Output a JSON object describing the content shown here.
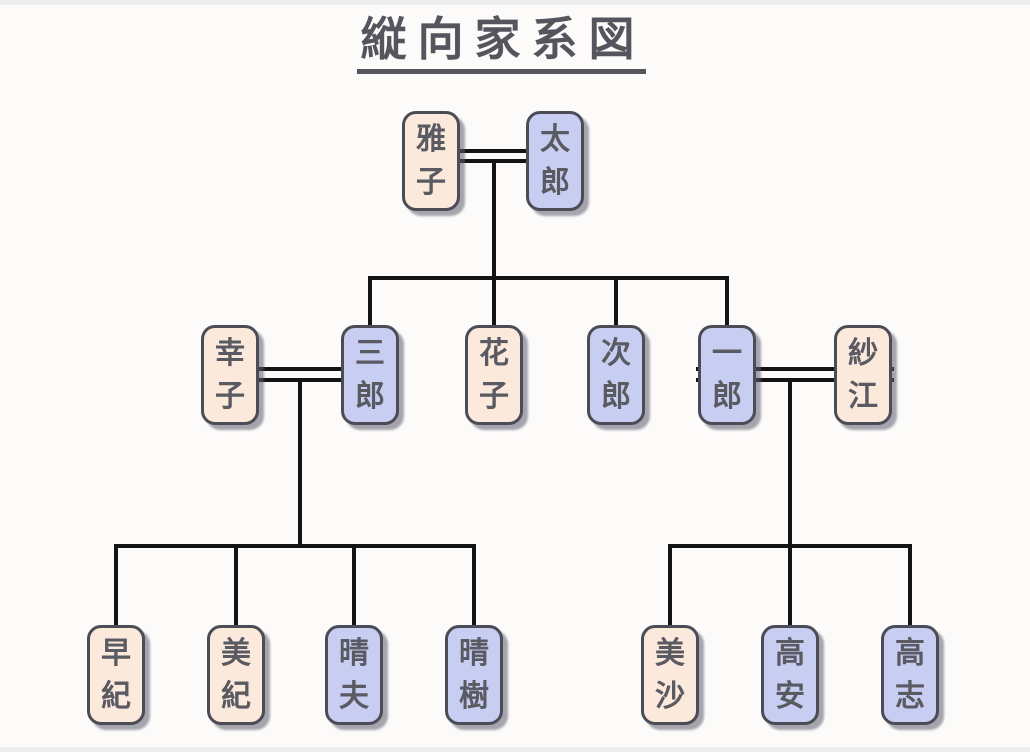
{
  "title": "縦向家系図",
  "people": [
    {
      "id": "masako",
      "name": "雅子",
      "style": "peach"
    },
    {
      "id": "taro",
      "name": "太郎",
      "style": "blue"
    },
    {
      "id": "sachiko",
      "name": "幸子",
      "style": "peach"
    },
    {
      "id": "saburo",
      "name": "三郎",
      "style": "blue"
    },
    {
      "id": "hanako",
      "name": "花子",
      "style": "peach"
    },
    {
      "id": "jiro",
      "name": "次郎",
      "style": "blue"
    },
    {
      "id": "ichiro",
      "name": "一郎",
      "style": "blue"
    },
    {
      "id": "sae",
      "name": "紗江",
      "style": "peach"
    },
    {
      "id": "saki",
      "name": "早紀",
      "style": "peach"
    },
    {
      "id": "miki",
      "name": "美紀",
      "style": "peach"
    },
    {
      "id": "haruo",
      "name": "晴夫",
      "style": "blue"
    },
    {
      "id": "haruki",
      "name": "晴樹",
      "style": "blue"
    },
    {
      "id": "misa",
      "name": "美沙",
      "style": "peach"
    },
    {
      "id": "takayasu",
      "name": "高安",
      "style": "blue"
    },
    {
      "id": "takashi",
      "name": "高志",
      "style": "blue"
    }
  ],
  "marriages": [
    {
      "wife": "雅子",
      "husband": "太郎"
    },
    {
      "wife": "幸子",
      "husband": "三郎"
    },
    {
      "wife": "紗江",
      "husband": "一郎"
    }
  ],
  "families": [
    {
      "parents": [
        "雅子",
        "太郎"
      ],
      "children": [
        "三郎",
        "花子",
        "次郎",
        "一郎"
      ]
    },
    {
      "parents": [
        "幸子",
        "三郎"
      ],
      "children": [
        "早紀",
        "美紀",
        "晴夫",
        "晴樹"
      ]
    },
    {
      "parents": [
        "紗江",
        "一郎"
      ],
      "children": [
        "美沙",
        "高安",
        "高志"
      ]
    }
  ],
  "colors": {
    "female_box_fill": "#fbe9dc",
    "male_box_fill": "#c8cef1",
    "box_border": "#4c4c57",
    "box_text": "#5a5a62",
    "connector_line": "#141414",
    "title_text": "#55555d",
    "background": "#fcfbfa"
  }
}
